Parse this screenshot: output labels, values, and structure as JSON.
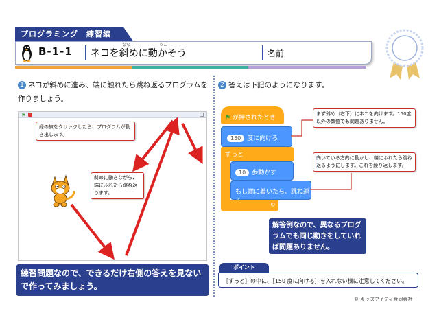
{
  "header": {
    "category_tag": "プログラミング　練習編",
    "lesson_code": "B-1-1",
    "lesson_title": "ネコを斜めに動かそう",
    "name_label": "名前",
    "ruby": {
      "naname": "なな",
      "ugo": "うご"
    }
  },
  "colors": {
    "navy": "#2b3f8f",
    "accent_red": "#c8302c",
    "strip_orange": "#f0a53a",
    "strip_teal": "#3bb3a0",
    "strip_purple": "#b4a0d8",
    "event_orange": "#ffab19",
    "motion_blue": "#4c97ff"
  },
  "section1": {
    "number": "1",
    "instruction": "ネコが斜めに進み、端に触れたら跳ね返るプログラムを作りましょう。",
    "notes": {
      "flag": "緑の旗をクリックしたら、プログラムが動き出します。",
      "move": "斜めに動きながら、端にふれたら跳ね返ります。"
    },
    "banner": "練習問題なので、できるだけ右側の答えを見ないで作ってみましょう。"
  },
  "section2": {
    "number": "2",
    "instruction": "答えは下記のようになります。",
    "blocks": {
      "hat": "が押されたとき",
      "point_value": "150",
      "point_label": "度に向ける",
      "forever": "ずっと",
      "move_value": "10",
      "move_label": "歩動かす",
      "bounce": "もし端に着いたら、跳ね返る"
    },
    "notes": {
      "direction": "まず斜め（右下）にネコを向けます。150度以外の数値でも問題ありません。",
      "loop": "向いている方向に動かし、端にふれたら跳ね返るようにします。これを繰り返します。"
    },
    "banner": "解答例なので、異なるプログラムでも同じ動きをしていれば問題ありません。",
    "point_tab": "ポイント",
    "point_text": "［ずっと］の中に、［150 度に向ける］を入れない様に注意してください。"
  },
  "footer": {
    "copyright": "© キッズアイティ合同会社"
  },
  "icons": [
    "penguin-icon",
    "medal-icon",
    "green-flag-icon",
    "stop-icon",
    "rotate-arrow-icon",
    "cat-sprite"
  ]
}
